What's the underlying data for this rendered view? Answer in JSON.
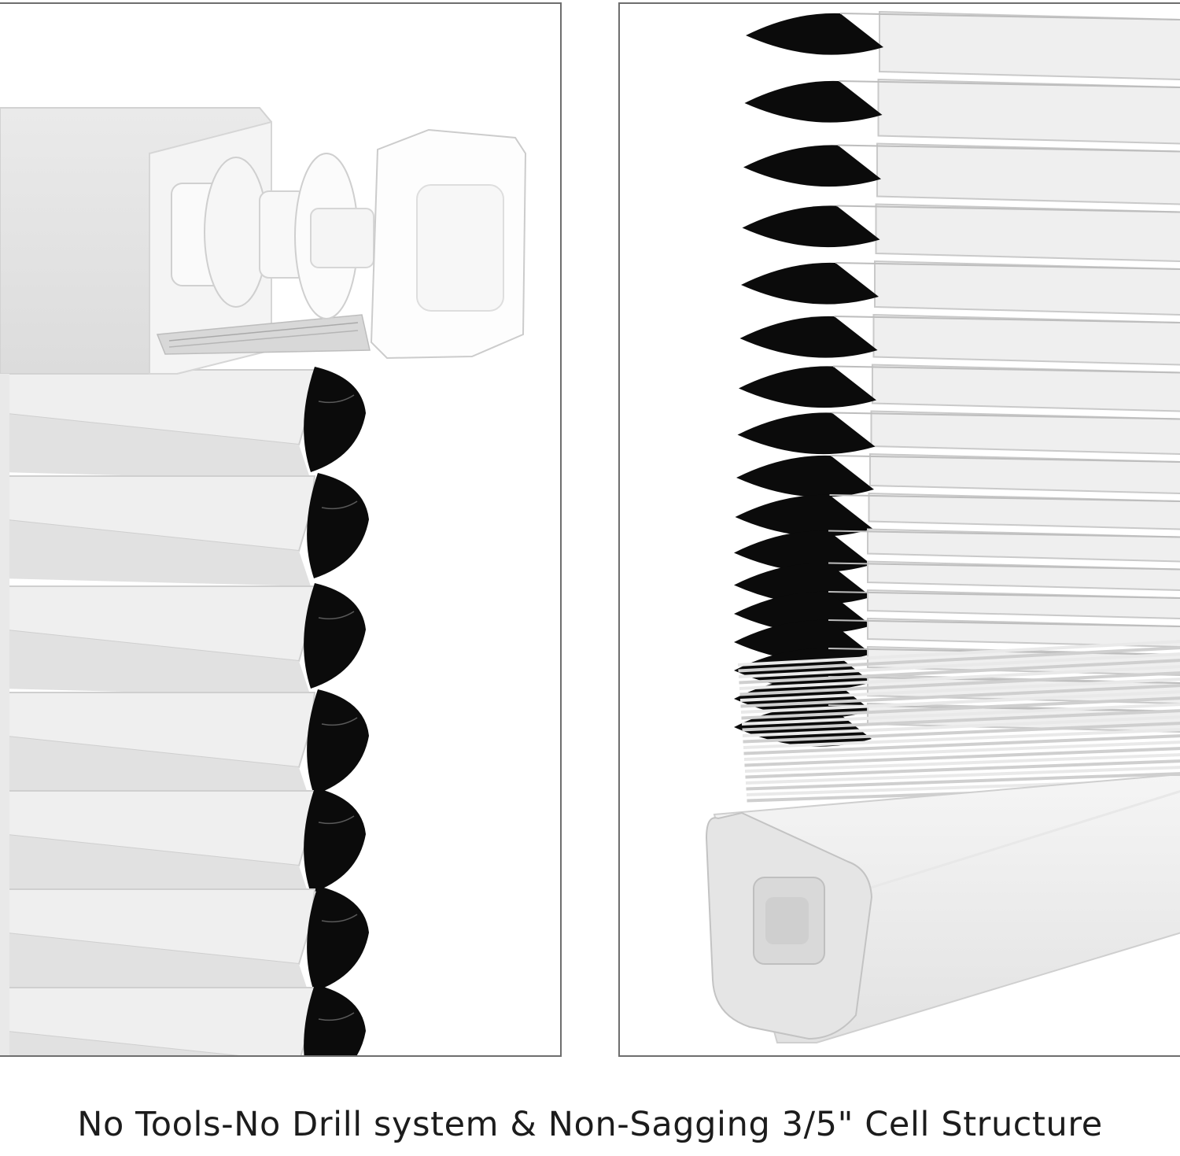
{
  "caption": "No Tools-No Drill system & Non-Sagging 3/5\" Cell Structure",
  "panels": [
    {
      "name": "left-panel",
      "subject": "headrail-tension-bracket-closeup"
    },
    {
      "name": "right-panel",
      "subject": "cellular-shade-bottom-rail-closeup"
    }
  ],
  "colors": {
    "border": "#6e6e6e",
    "fabric": "#eeeeee",
    "fabric_shadow": "#cfcfcf",
    "cell_interior": "#0b0b0b",
    "hardware": "#f7f7f7"
  }
}
